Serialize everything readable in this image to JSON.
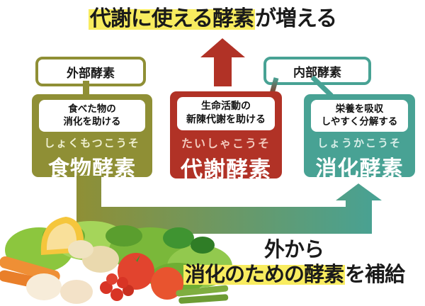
{
  "title": {
    "highlighted": "代謝に使える酵素",
    "rest": "が増える"
  },
  "top_labels": {
    "external": "外部酵素",
    "internal": "内部酵素"
  },
  "cards": [
    {
      "key": "food",
      "group": "external",
      "desc_line1": "食べた物の",
      "desc_line2": "消化を助ける",
      "kana": "しょくもつこうそ",
      "name": "食物酵素",
      "color": "#8f8f35"
    },
    {
      "key": "metabolic",
      "group": "internal",
      "desc_line1": "生命活動の",
      "desc_line2": "新陳代謝を助ける",
      "kana": "たいしゃこうそ",
      "name": "代謝酵素",
      "color": "#b13226"
    },
    {
      "key": "digestive",
      "group": "internal",
      "desc_line1": "栄養を吸収",
      "desc_line2": "しやすく分解する",
      "kana": "しょうかこうそ",
      "name": "消化酵素",
      "color": "#48a294"
    }
  ],
  "bottom_caption": {
    "line1": "外から",
    "highlighted": "消化のための酵素",
    "rest": "を補給"
  },
  "colors": {
    "olive": "#8f8f35",
    "red": "#b13226",
    "teal": "#48a294",
    "highlight_yellow": "#f8ec5f",
    "text": "#1a1a1a",
    "background": "#ffffff"
  },
  "icons": {
    "up_arrow": "red-up-arrow",
    "supply_arrow": "gradient-l-shaped-up-arrow",
    "photo": "assorted-vegetables-photo"
  }
}
